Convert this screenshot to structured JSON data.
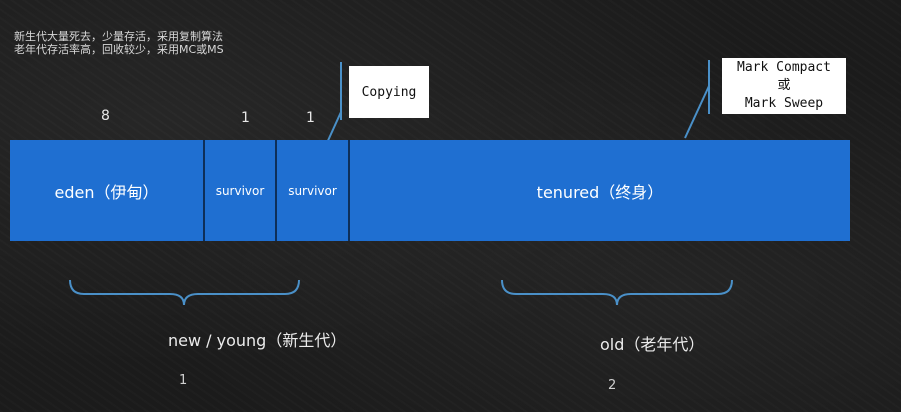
{
  "notes": {
    "line1": "新生代大量死去，少量存活，采用复制算法",
    "line2": "老年代存活率高，回收较少，采用MC或MS"
  },
  "ratios": {
    "eden": "8",
    "survivor_from": "1",
    "survivor_to": "1"
  },
  "segments": {
    "eden": "eden（伊甸）",
    "survivor_from": "survivor",
    "survivor_to": "survivor",
    "tenured": "tenured（终身）"
  },
  "callouts": {
    "copying": "Copying",
    "mark_line1": "Mark Compact",
    "mark_line2": "或",
    "mark_line3": "Mark Sweep"
  },
  "regions": {
    "young": "new / young（新生代）",
    "old": "old（老年代）"
  },
  "page_marks": {
    "left": "1",
    "right": "2"
  },
  "colors": {
    "background": "#1b1b1b",
    "bar": "#1f6fd1",
    "brace": "#4a90c8",
    "callout_bg": "#ffffff"
  }
}
